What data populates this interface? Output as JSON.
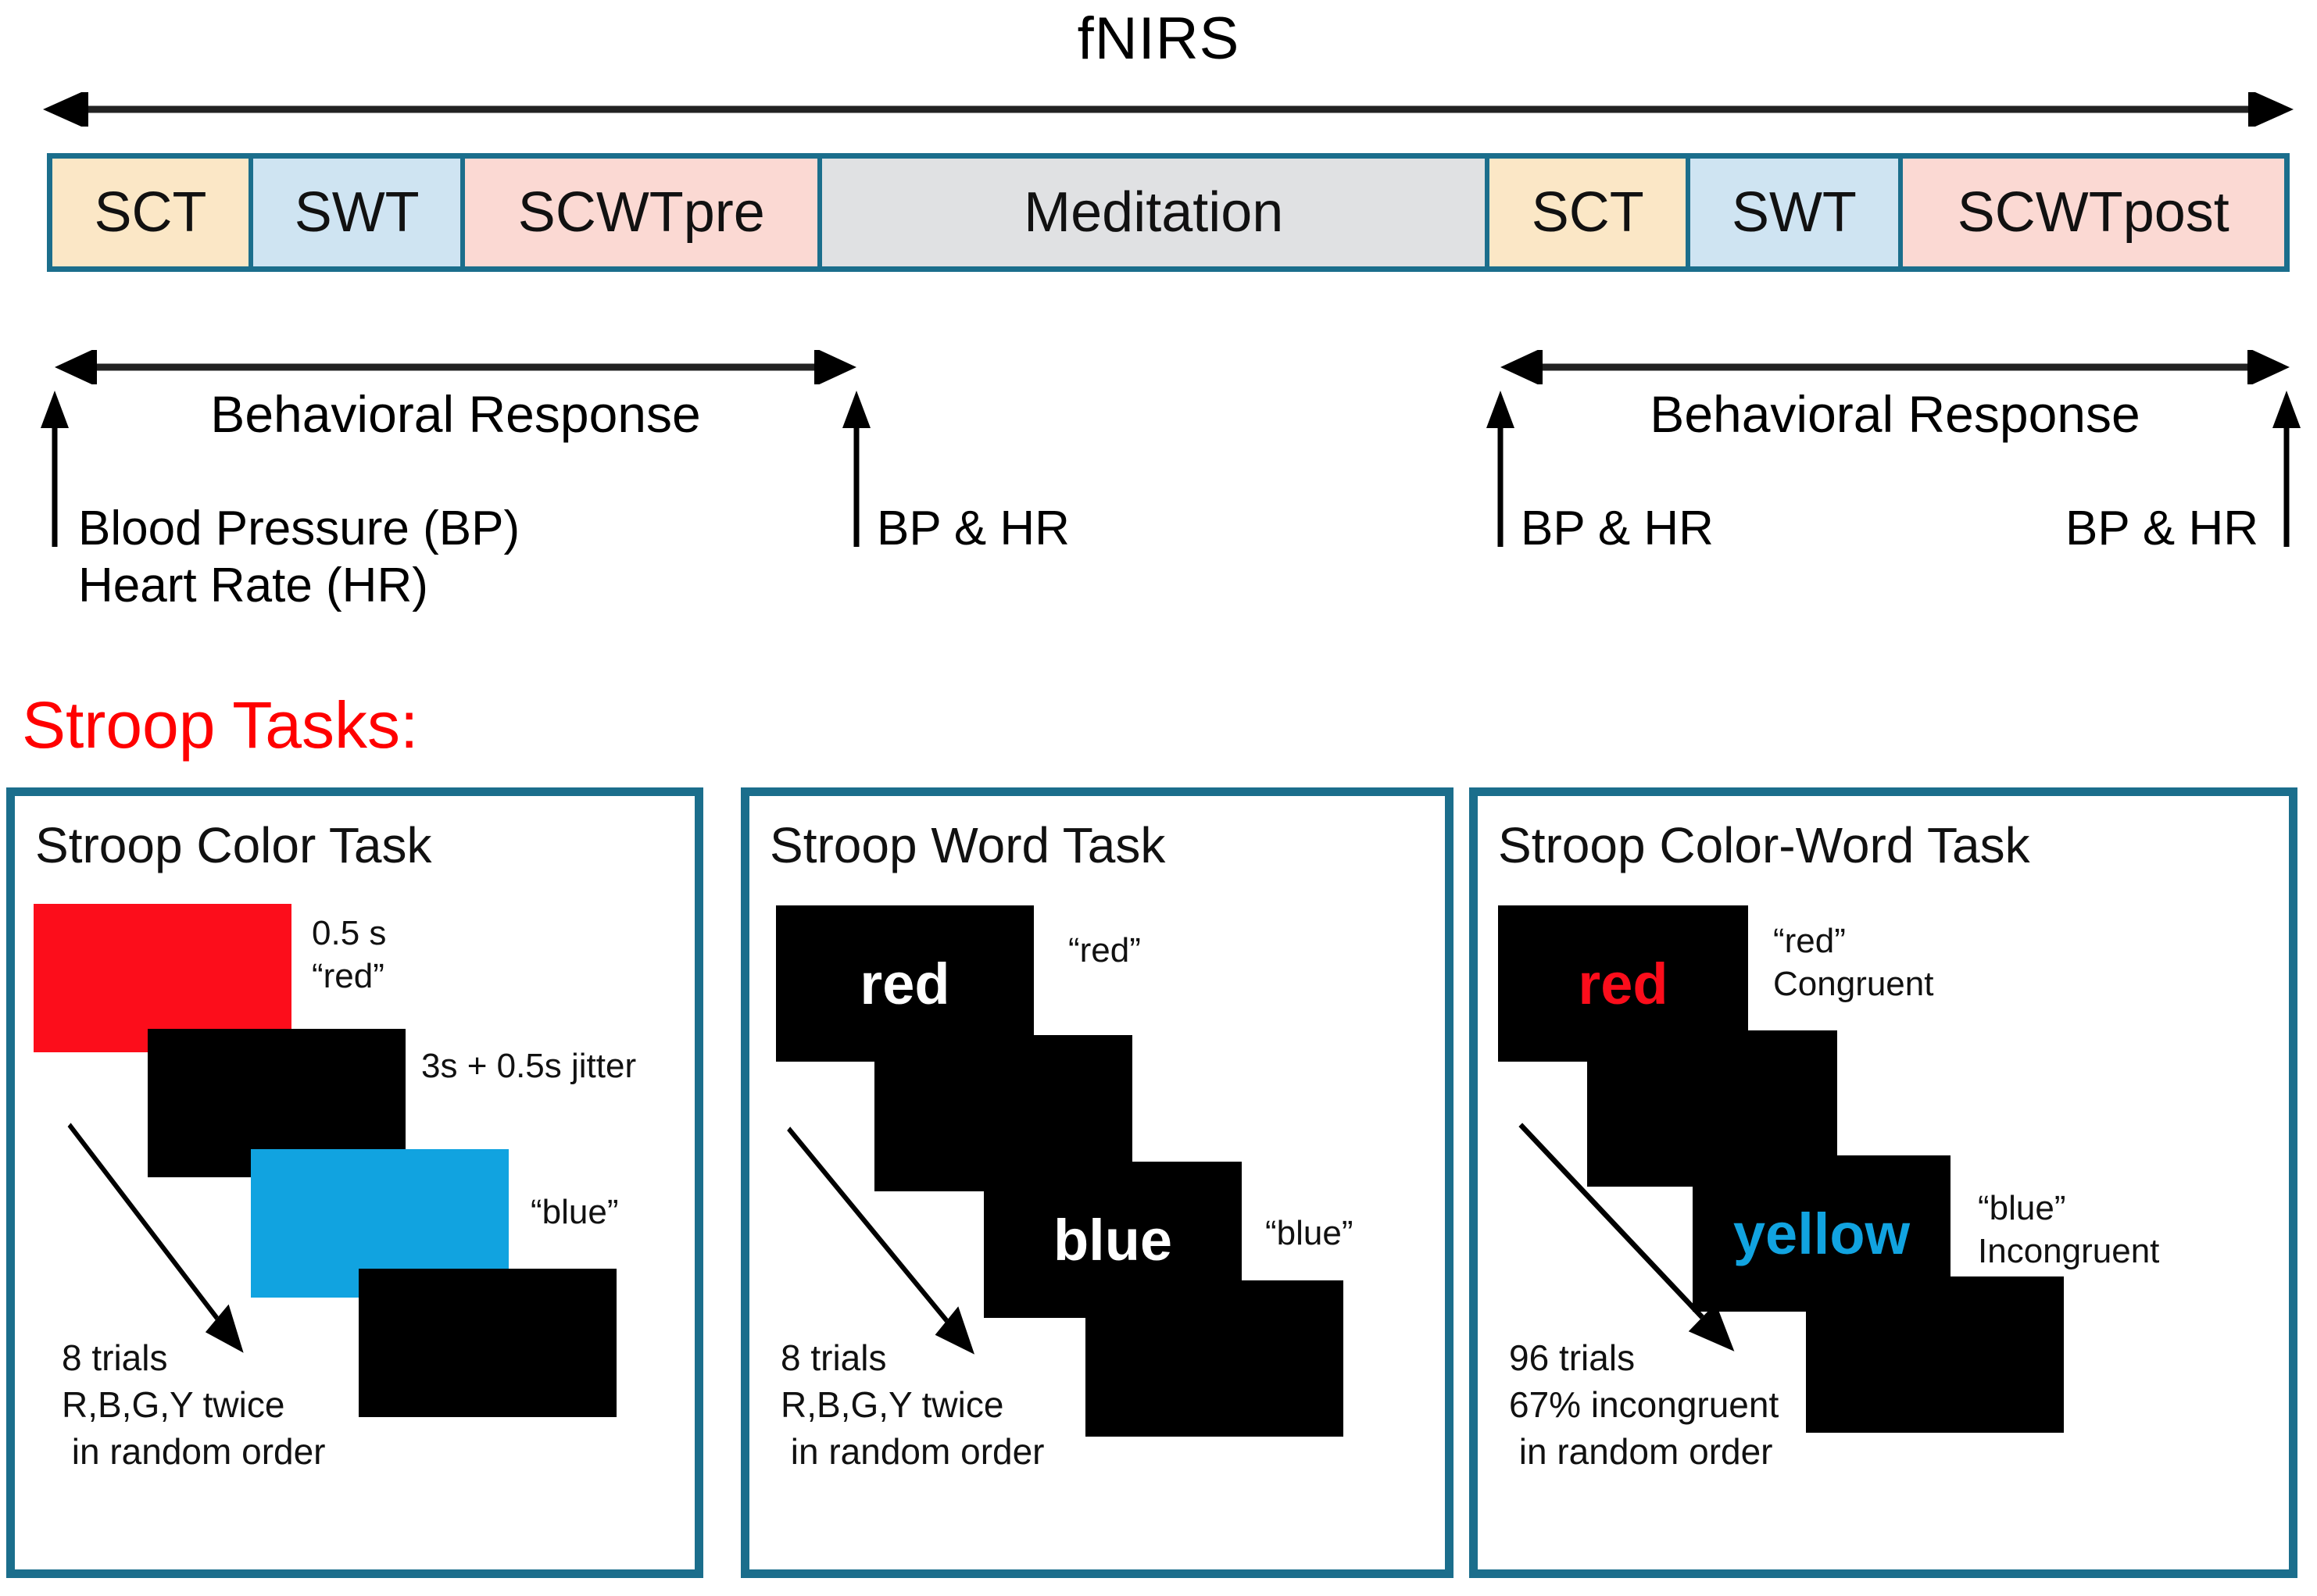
{
  "header": {
    "fnirs_label": "fNIRS"
  },
  "timeline": {
    "border_color": "#1b6e8c",
    "blocks": [
      {
        "label": "SCT",
        "color": "#fbe7c6",
        "width_pct": 9.0
      },
      {
        "label": "SWT",
        "color": "#cfe4f2",
        "width_pct": 9.5
      },
      {
        "label": "SCWTpre",
        "color": "#fbd9d3",
        "width_pct": 16.0
      },
      {
        "label": "Meditation",
        "color": "#e0e1e3",
        "width_pct": 29.9
      },
      {
        "label": "SCT",
        "color": "#fbe7c6",
        "width_pct": 9.0
      },
      {
        "label": "SWT",
        "color": "#cfe4f2",
        "width_pct": 9.5
      },
      {
        "label": "SCWTpost",
        "color": "#fbd9d3",
        "width_pct": 17.1
      }
    ]
  },
  "behavioral": [
    {
      "label": "Behavioral Response",
      "ticks": [
        {
          "lines": [
            "Blood Pressure (BP)",
            "Heart Rate (HR)"
          ],
          "align": "left"
        },
        {
          "lines": [
            "BP & HR"
          ],
          "align": "left"
        }
      ]
    },
    {
      "label": "Behavioral Response",
      "ticks": [
        {
          "lines": [
            "BP & HR"
          ],
          "align": "left"
        },
        {
          "lines": [
            "BP & HR"
          ],
          "align": "right"
        }
      ]
    }
  ],
  "stroop_heading": "Stroop Tasks:",
  "colors": {
    "teal": "#1b6e8c",
    "red": "#fc0d1b",
    "blue": "#11a3e0",
    "black": "#000000",
    "white": "#ffffff",
    "heading_red": "#ff0000"
  },
  "panels": [
    {
      "title": "Stroop Color Task",
      "cards": [
        {
          "kind": "color",
          "fill": "#fc0d1b",
          "text": ""
        },
        {
          "kind": "color",
          "fill": "#000000",
          "text": ""
        },
        {
          "kind": "color",
          "fill": "#11a3e0",
          "text": ""
        },
        {
          "kind": "color",
          "fill": "#000000",
          "text": ""
        }
      ],
      "notes": [
        {
          "lines": [
            "0.5 s",
            "“red”"
          ]
        },
        {
          "lines": [
            "3s + 0.5s jitter"
          ]
        },
        {
          "lines": [
            "“blue”"
          ]
        }
      ],
      "trials": [
        "8 trials",
        "R,B,G,Y twice",
        " in random order"
      ]
    },
    {
      "title": "Stroop Word Task",
      "cards": [
        {
          "kind": "word",
          "fill": "#000000",
          "text": "red",
          "text_color": "#ffffff"
        },
        {
          "kind": "word",
          "fill": "#000000",
          "text": "",
          "text_color": "#ffffff"
        },
        {
          "kind": "word",
          "fill": "#000000",
          "text": "blue",
          "text_color": "#ffffff"
        },
        {
          "kind": "word",
          "fill": "#000000",
          "text": "",
          "text_color": "#ffffff"
        }
      ],
      "notes": [
        {
          "lines": [
            "“red”"
          ]
        },
        {
          "lines": [
            "“blue”"
          ]
        }
      ],
      "trials": [
        "8 trials",
        "R,B,G,Y twice",
        " in random order"
      ]
    },
    {
      "title": "Stroop Color-Word Task",
      "cards": [
        {
          "kind": "word",
          "fill": "#000000",
          "text": "red",
          "text_color": "#fc0d1b"
        },
        {
          "kind": "word",
          "fill": "#000000",
          "text": "",
          "text_color": "#ffffff"
        },
        {
          "kind": "word",
          "fill": "#000000",
          "text": "yellow",
          "text_color": "#11a3e0"
        },
        {
          "kind": "word",
          "fill": "#000000",
          "text": "",
          "text_color": "#ffffff"
        }
      ],
      "notes": [
        {
          "lines": [
            "“red”",
            "Congruent"
          ]
        },
        {
          "lines": [
            "“blue”",
            "Incongruent"
          ]
        }
      ],
      "trials": [
        "96 trials",
        "67% incongruent",
        " in random order"
      ]
    }
  ]
}
